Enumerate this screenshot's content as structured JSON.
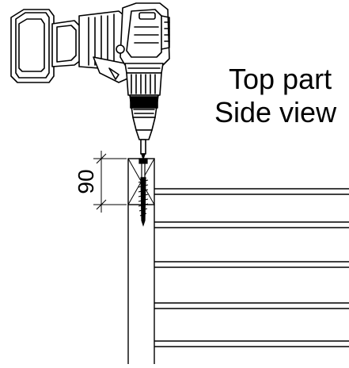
{
  "heading": {
    "line1": "Top part",
    "line2": "Side view"
  },
  "dimension": {
    "value": "90"
  },
  "colors": {
    "ink": "#000000",
    "background": "#ffffff"
  },
  "icons": {
    "tool": "cordless-drill-icon",
    "fastener": "screw-icon"
  }
}
